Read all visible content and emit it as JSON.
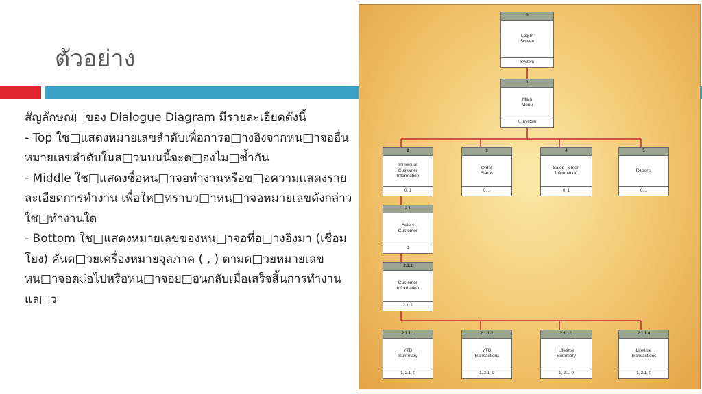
{
  "slide": {
    "title": "ตัวอย่าง",
    "paragraphs": [
      "สัญลักษณ□ของ Dialogue Diagram มีรายละเอียดดังนี้",
      "- Top ใช□แสดงหมายเลขลำดับเพื่อการอ□างอิงจากหน□าจออื่น หมายเลขลำดับในส□วนบนนี้จะต□องไม□ซ้ำกัน",
      "- Middle ใช□แสดงชื่อหน□าจอทำงานหรือข□อความแสดงรายละเอียดการทำงาน เพื่อให□ทราบว□าหน□าจอหมายเลขดังกล่าวใช□ทำงานใด",
      "- Bottom ใช□แสดงหมายเลขของหน□าจอที่อ□างอิงมา (เชื่อมโยง) คั่นด□วยเครื่องหมายจุลภาค ( , ) ตามด□วยหมายเลขหน□าจอต◌่อไปหรือหน□าจอย□อนกลับเมื่อเสร็จสิ้นการทำงานแล□ว"
    ]
  },
  "diagram": {
    "nodes": [
      {
        "id": "0",
        "label": "Log In\nScreen",
        "links": "System"
      },
      {
        "id": "1",
        "label": "Main\nMenu",
        "links": "0, System"
      },
      {
        "id": "2",
        "label": "Individual\nCustomer\nInformation",
        "links": "0, 1"
      },
      {
        "id": "3",
        "label": "Order\nStatus",
        "links": "0, 1"
      },
      {
        "id": "4",
        "label": "Sales Person\nInformation",
        "links": "0, 1"
      },
      {
        "id": "5",
        "label": "Reports",
        "links": "0, 1"
      },
      {
        "id": "2.1",
        "label": "Select\nCustomer",
        "links": "1"
      },
      {
        "id": "2.1.1",
        "label": "Customer\nInformation",
        "links": "2.1, 1"
      },
      {
        "id": "2.1.1.1",
        "label": "YTD\nSummary",
        "links": "1, 2.1, 0"
      },
      {
        "id": "2.1.1.2",
        "label": "YTD\nTransactions",
        "links": "1, 2.1, 0"
      },
      {
        "id": "2.1.1.3",
        "label": "Lifetime\nSummary",
        "links": "1, 2.1, 0"
      },
      {
        "id": "2.1.1.4",
        "label": "Lifetime\nTransactions",
        "links": "1, 2.1, 0"
      }
    ]
  }
}
